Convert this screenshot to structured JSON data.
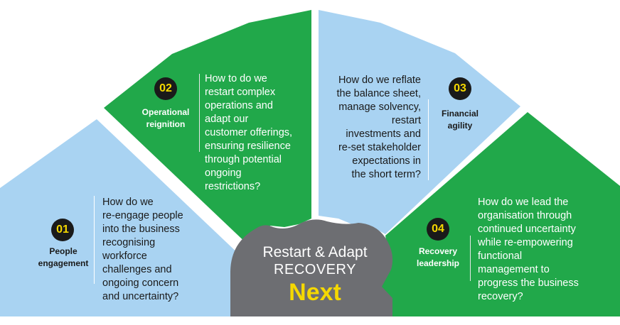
{
  "colors": {
    "blue": "#a9d3f2",
    "green": "#21a84a",
    "gray": "#6d6e72",
    "yellow": "#f5d800",
    "badge": "#1a1a1a"
  },
  "segments": [
    {
      "number": "01",
      "title_lines": [
        "People",
        "engagement"
      ],
      "question_lines": [
        "How do we",
        "re-engage people",
        "into the business",
        "recognising",
        "workforce",
        "challenges and",
        "ongoing concern",
        "and  uncertainty?"
      ]
    },
    {
      "number": "02",
      "title_lines": [
        "Operational",
        "reignition"
      ],
      "question_lines": [
        "How to do we",
        "restart complex",
        "operations and",
        "adapt our",
        "customer offerings,",
        "ensuring resilience",
        "through potential",
        "ongoing",
        "restrictions?"
      ]
    },
    {
      "number": "03",
      "title_lines": [
        "Financial",
        "agility"
      ],
      "question_lines": [
        "How do we reflate",
        "the balance sheet,",
        "manage solvency,",
        "restart",
        "investments and",
        "re-set stakeholder",
        "expectations in",
        "the short term?"
      ]
    },
    {
      "number": "04",
      "title_lines": [
        "Recovery",
        "leadership"
      ],
      "question_lines": [
        "How do we lead the",
        "organisation through",
        "continued uncertainty",
        "while re-empowering",
        "functional",
        "management to",
        "progress the business",
        "recovery?"
      ]
    }
  ],
  "hub": {
    "line1": "Restart & Adapt",
    "line2": "RECOVERY",
    "line3": "Next"
  }
}
